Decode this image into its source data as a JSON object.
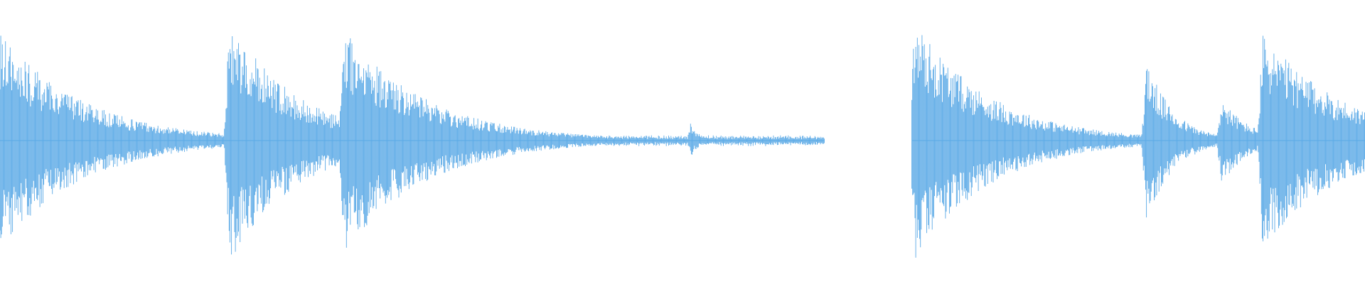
{
  "waveform": {
    "color": "#5aa9e6",
    "background": "#ffffff",
    "baseline_amplitude": 0.015,
    "events": [
      {
        "time": 0.0,
        "peak": 0.83,
        "decay": 0.06,
        "attack": 0.004
      },
      {
        "time": 0.168,
        "peak": 0.93,
        "decay": 0.05,
        "attack": 0.004
      },
      {
        "time": 0.224,
        "peak": 0.16,
        "decay": 0.01,
        "attack": 0.002
      },
      {
        "time": 0.252,
        "peak": 0.86,
        "decay": 0.06,
        "attack": 0.004
      },
      {
        "time": 0.337,
        "peak": 0.05,
        "decay": 0.01,
        "attack": 0.002
      },
      {
        "time": 0.421,
        "peak": 0.05,
        "decay": 0.01,
        "attack": 0.002
      },
      {
        "time": 0.506,
        "peak": 0.14,
        "decay": 0.006,
        "attack": 0.003
      },
      {
        "time": 0.67,
        "peak": 0.92,
        "decay": 0.055,
        "attack": 0.004
      },
      {
        "time": 0.757,
        "peak": 0.05,
        "decay": 0.01,
        "attack": 0.002
      },
      {
        "time": 0.84,
        "peak": 0.62,
        "decay": 0.02,
        "attack": 0.004
      },
      {
        "time": 0.895,
        "peak": 0.33,
        "decay": 0.02,
        "attack": 0.004
      },
      {
        "time": 0.925,
        "peak": 0.82,
        "decay": 0.06,
        "attack": 0.004
      }
    ],
    "noise_segments": [
      {
        "start": 0.0,
        "end": 0.604,
        "level": 0.03
      },
      {
        "start": 0.605,
        "end": 0.667,
        "level": 0.0
      },
      {
        "start": 0.668,
        "end": 1.0,
        "level": 0.03
      }
    ]
  }
}
